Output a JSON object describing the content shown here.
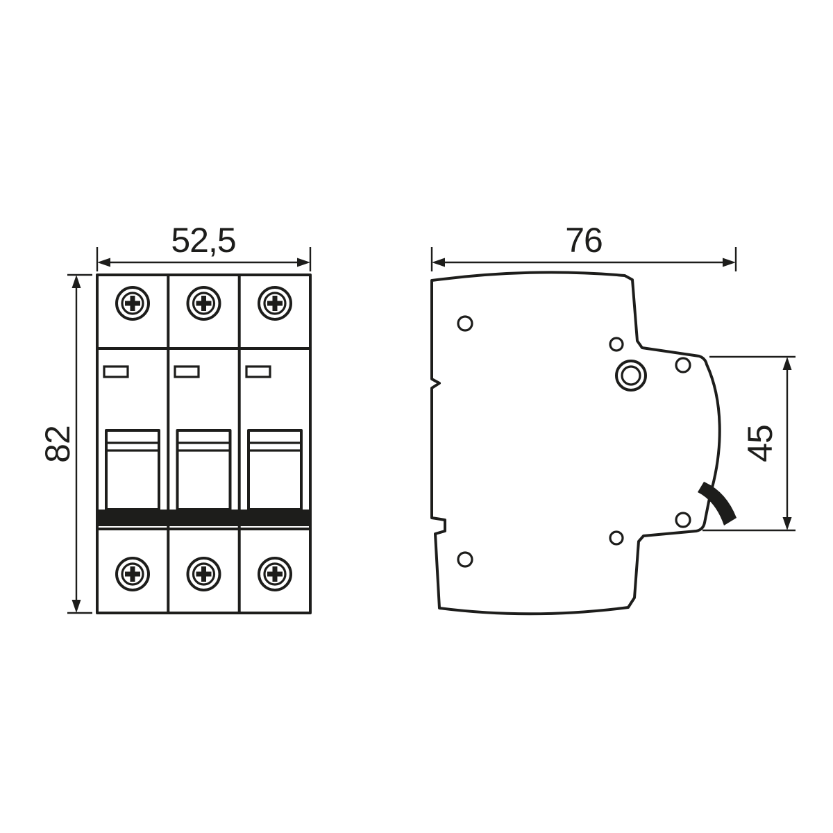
{
  "dimensions": {
    "front_width": "52,5",
    "front_height": "82",
    "side_depth": "76",
    "side_front_face_height": "45"
  },
  "colors": {
    "line": "#1d1d1b",
    "background": "#ffffff"
  }
}
